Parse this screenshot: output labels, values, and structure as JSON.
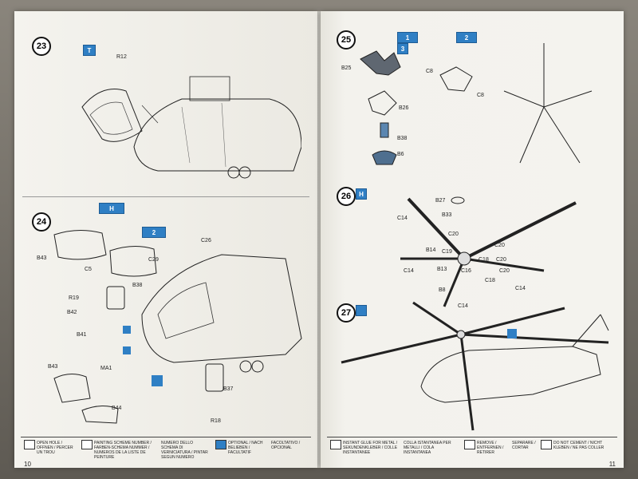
{
  "left_page": {
    "page_number": "10",
    "steps": [
      {
        "number": "23",
        "parts": [
          "R12"
        ],
        "icons": [
          "T"
        ]
      },
      {
        "number": "24",
        "parts": [
          "B43",
          "C5",
          "R19",
          "B42",
          "B41",
          "MA1",
          "B43",
          "B44",
          "C29",
          "B38",
          "C26",
          "B37",
          "R18"
        ],
        "icons": [
          "H",
          "2"
        ]
      }
    ],
    "legend": [
      {
        "text": "OPEN HOLE / OFFNEN / PERCER UN TROU"
      },
      {
        "text": "PAINTING SCHEME NUMBER / FARBEN-SCHEMA NUMMER / NUMEROS DE LA LISTE DE PEINTURE"
      },
      {
        "text": "NUMERO DELLO SCHEMA DI VERNICIATURA / PINTAR SEGUN NUMERO"
      },
      {
        "text": "OPTIONAL / NACH BELIEBEN / FACULTATIF"
      },
      {
        "text": "FACOLTATIVO / OPCIONAL"
      }
    ]
  },
  "right_page": {
    "page_number": "11",
    "steps": [
      {
        "number": "25",
        "parts": [
          "B25",
          "B26",
          "B38",
          "B6",
          "C8",
          "C8"
        ],
        "icons": [
          "1",
          "2",
          "3"
        ]
      },
      {
        "number": "26",
        "parts": [
          "B27",
          "B33",
          "C14",
          "C20",
          "C20",
          "B14",
          "C19",
          "C20",
          "C14",
          "B13",
          "C16",
          "C18",
          "C20",
          "C18",
          "C14",
          "B8",
          "C14"
        ],
        "icons": [
          "H"
        ]
      },
      {
        "number": "27",
        "parts": [],
        "icons": []
      }
    ],
    "legend": [
      {
        "text": "INSTANT GLUE FOR METAL / SEKUNDENKLEBER / COLLE INSTANTANEE"
      },
      {
        "text": "COLLA ISTANTANEA PER METALLI / COLA INSTANTANEA"
      },
      {
        "text": "REMOVE / ENTFERNEN / RETIRER"
      },
      {
        "text": "SEPARARE / CORTAR"
      },
      {
        "text": "DO NOT CEMENT / NICHT KLEBEN / NE PAS COLLER"
      }
    ]
  },
  "colors": {
    "accent": "#2f7fc4",
    "paper": "#f2f1ec"
  }
}
